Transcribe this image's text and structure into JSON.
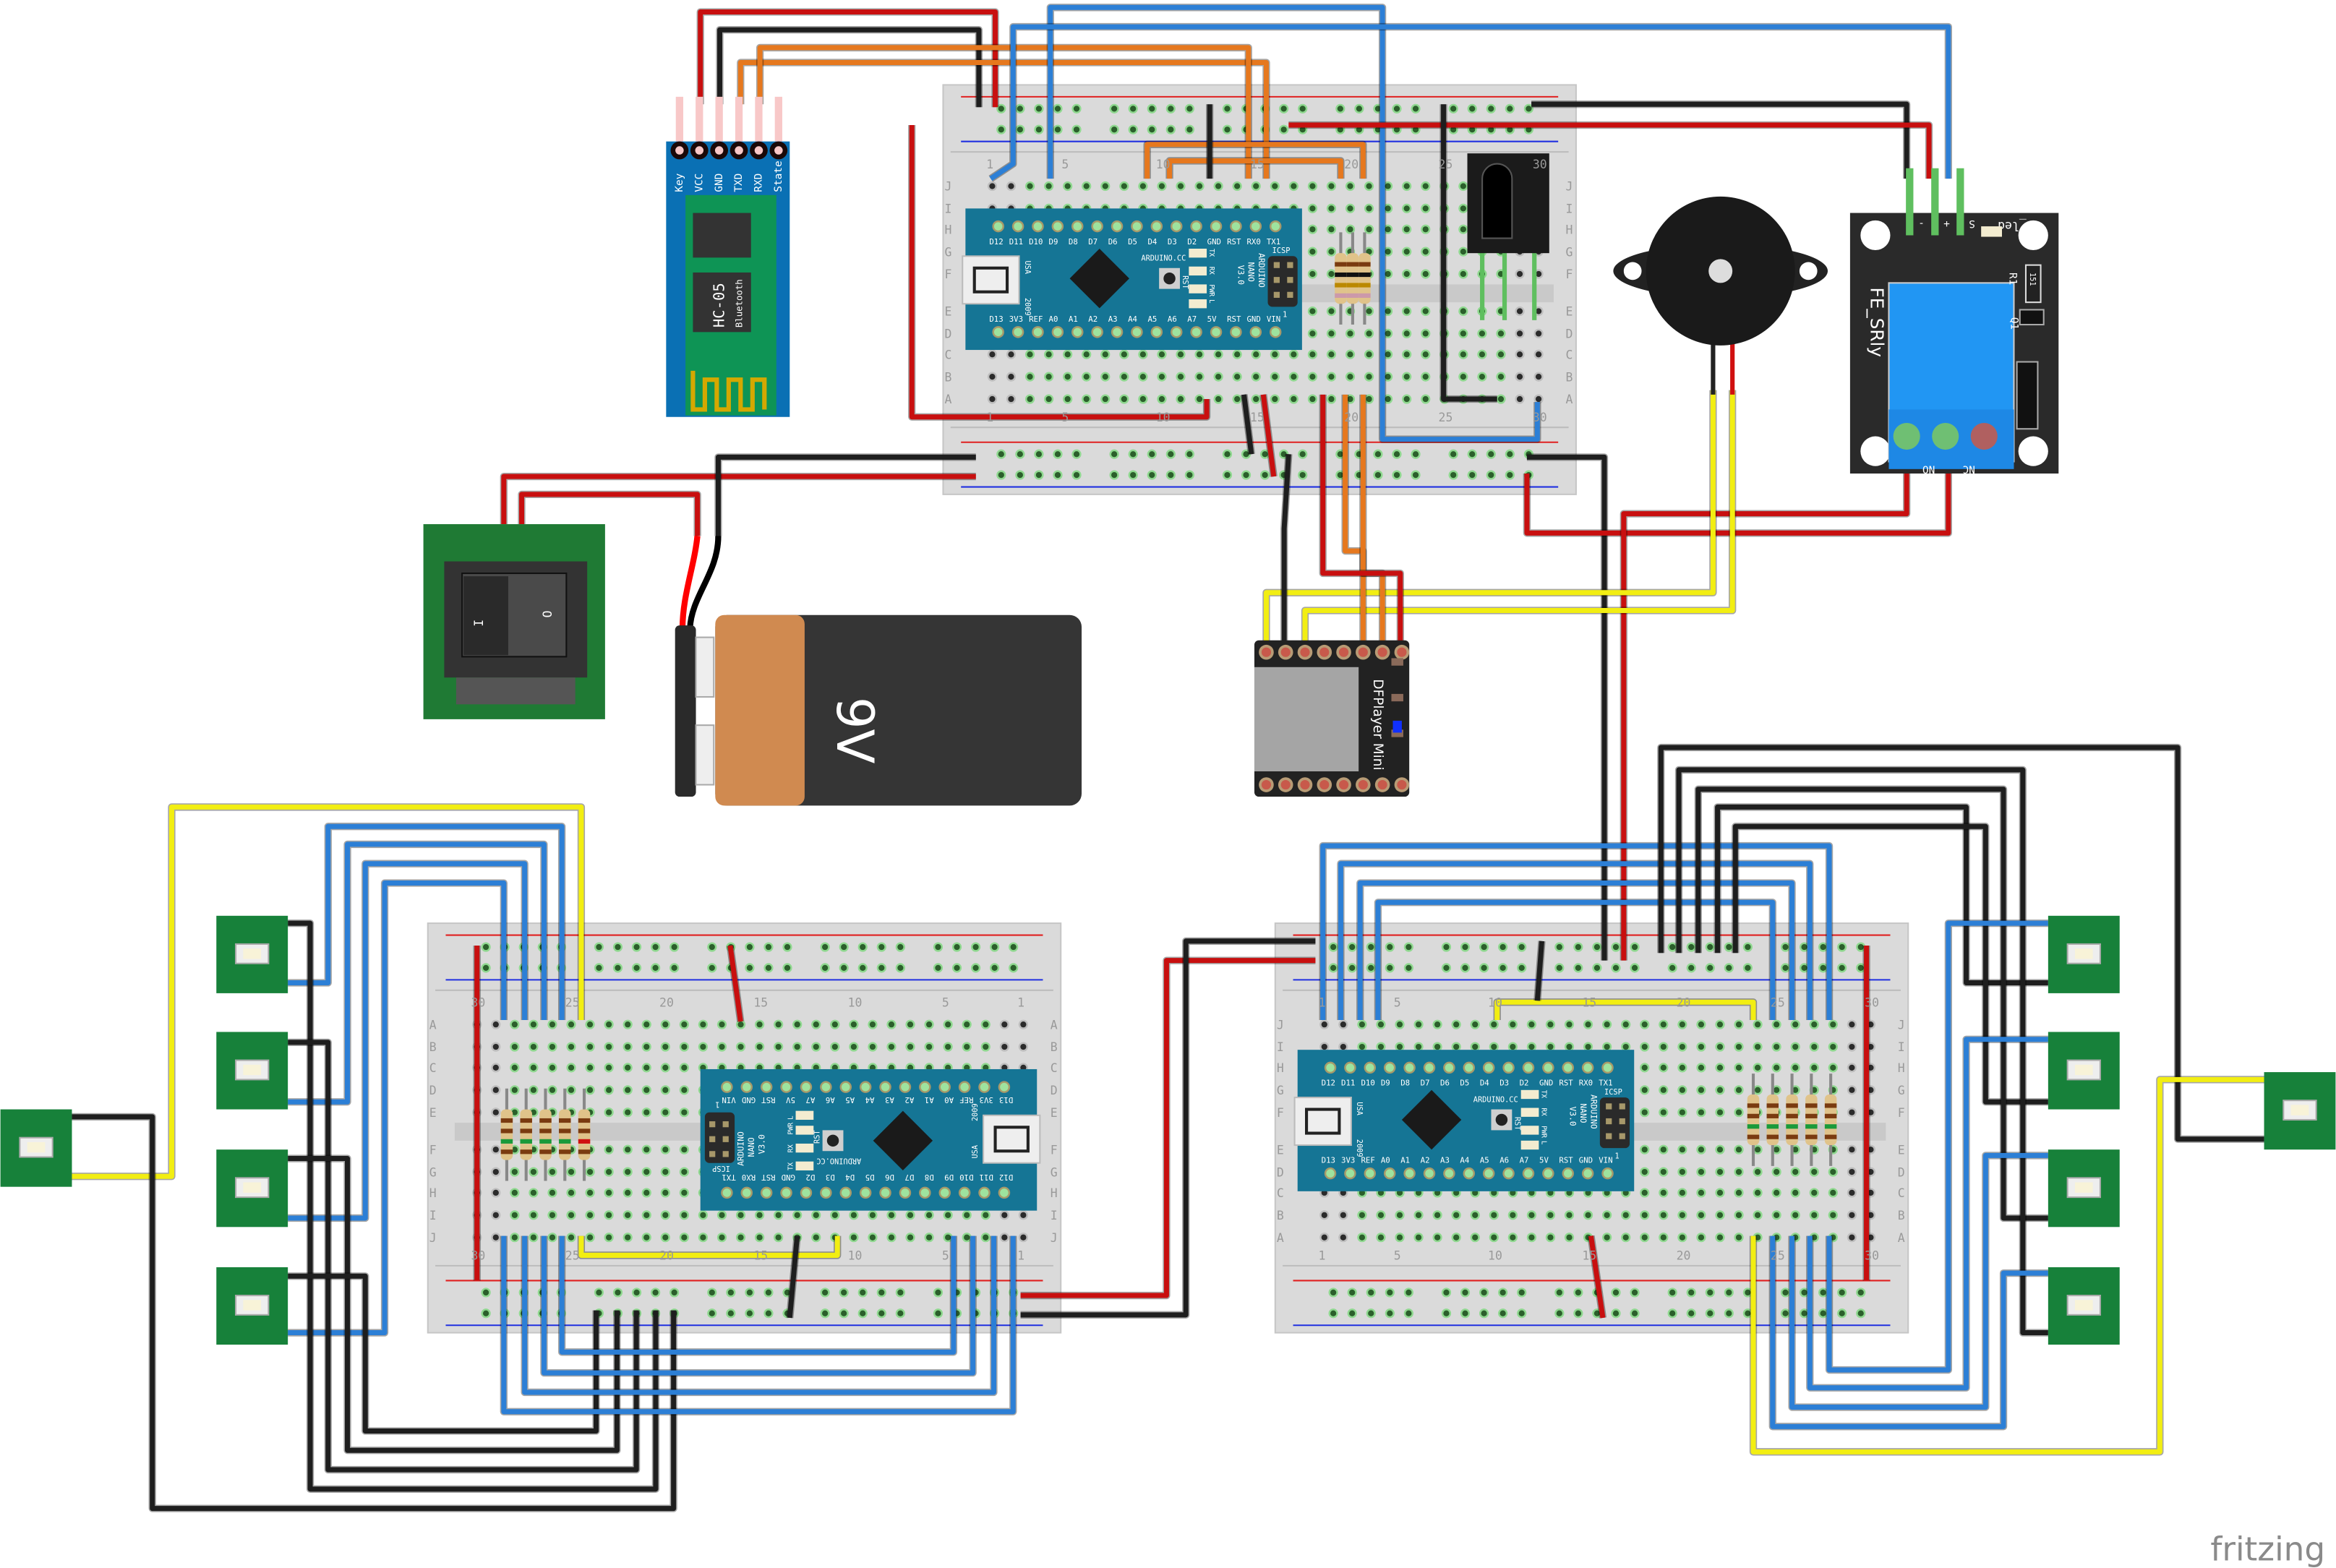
{
  "colors": {
    "wire_red": "#c80f0f",
    "wire_black": "#1e1e1e",
    "wire_blue": "#2c7fd6",
    "wire_orange": "#e6781e",
    "wire_yellow": "#f2ee12",
    "breadboard": "#dadada",
    "nano_board": "#157595",
    "hc05_board": "#0a70b4",
    "hc05_inner": "#0e9455",
    "led_board": "#17813a",
    "relay_board": "#2a2a2a",
    "relay_body": "#2196f3",
    "switch_board": "#1f7a34",
    "battery_orange": "#d08a50",
    "battery_body": "#353535"
  },
  "breadboard": {
    "letters": [
      "A",
      "B",
      "C",
      "D",
      "E",
      "F",
      "G",
      "H",
      "I",
      "J"
    ],
    "numbers": [
      "1",
      "5",
      "10",
      "15",
      "20",
      "25",
      "30"
    ]
  },
  "hc05": {
    "pins": [
      "Key",
      "VCC",
      "GND",
      "TXD",
      "RXD",
      "State"
    ],
    "name": "HC-05",
    "subtitle": "Bluetooth"
  },
  "nano": {
    "top_pins": [
      "D12",
      "D11",
      "D10",
      "D9",
      "D8",
      "D7",
      "D6",
      "D5",
      "D4",
      "D3",
      "D2",
      "GND",
      "RST",
      "RX0",
      "TX1"
    ],
    "bottom_pins": [
      "D13",
      "3V3",
      "REF",
      "A0",
      "A1",
      "A2",
      "A3",
      "A4",
      "A5",
      "A6",
      "A7",
      "5V",
      "RST",
      "GND",
      "VIN"
    ],
    "site": "ARDUINO.CC",
    "model": [
      "ARDUINO",
      "NANO",
      "V3.0"
    ],
    "usa": "USA",
    "year": "2009",
    "reset": "RST",
    "icsp": "ICSP",
    "leds": [
      "TX",
      "RX",
      "PWR",
      "L"
    ],
    "pin1": "1"
  },
  "relay": {
    "name": "FE_SRly",
    "on_led": "ON_led",
    "r1": "R1",
    "r1_value": "151",
    "q1": "Q1",
    "pins": [
      "-",
      "+",
      "S"
    ],
    "terminals": [
      "NO",
      "NC"
    ]
  },
  "dfplayer": {
    "name": "DFPlayer Mini"
  },
  "battery": {
    "label": "9V"
  },
  "switch": {
    "on": "I",
    "off": "O"
  },
  "logo": {
    "text": "fritzing"
  }
}
